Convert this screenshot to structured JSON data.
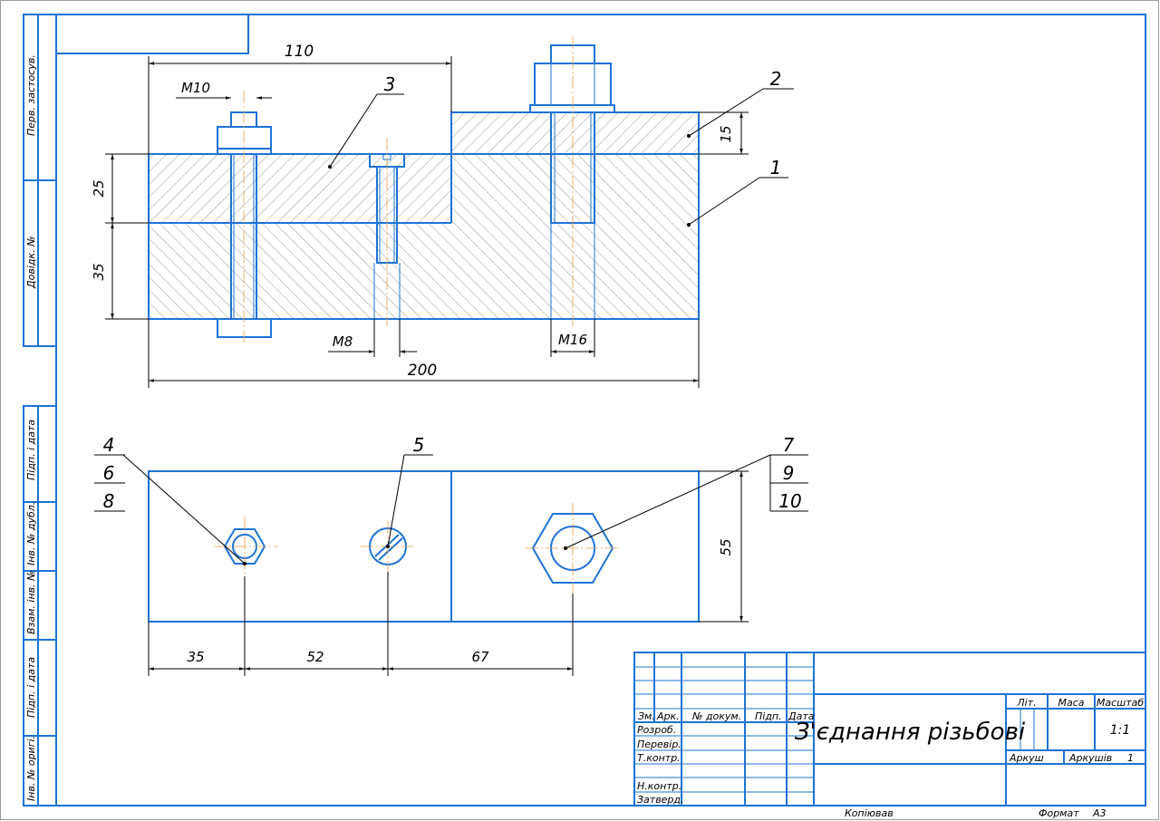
{
  "dimensions": {
    "overall_top": "110",
    "thread_left": "M10",
    "part_label_3": "3",
    "part_label_2": "2",
    "part_label_1": "1",
    "height_top": "15",
    "height_left_top": "25",
    "height_left_bottom": "35",
    "thread_mid": "M8",
    "thread_right": "M16",
    "overall_bottom": "200",
    "plan_height": "55",
    "plan_x1": "35",
    "plan_x2": "52",
    "plan_x3": "67"
  },
  "callouts": {
    "left": [
      "4",
      "6",
      "8"
    ],
    "mid": "5",
    "right": [
      "7",
      "9",
      "10"
    ]
  },
  "side_stamp": {
    "perv": "Перв. застосув.",
    "dovid": "Довідк. №",
    "pidp1": "Підп. і дата",
    "inv_dubl": "Інв. № дубл.",
    "vzam": "Взам. інв. №",
    "pidp2": "Підп. і дата",
    "inv_orig": "Інв. № оригі."
  },
  "title_block": {
    "col_zm": "Зм.",
    "col_ark": "Арк.",
    "col_dokum": "№ докум.",
    "col_pidp": "Підп.",
    "col_data": "Дата",
    "row_rozrob": "Розроб.",
    "row_perevir": "Перевір.",
    "row_tkontr": "Т.контр.",
    "row_nkontr": "Н.контр.",
    "row_zatverd": "Затверд.",
    "title": "З'єднання різьбові",
    "lit": "Літ.",
    "masa": "Маса",
    "masshtab": "Масштаб",
    "scale_value": "1:1",
    "arkush": "Аркуш",
    "arkushiv": "Аркушів",
    "arkushiv_value": "1",
    "kopiyuvav": "Копіював",
    "format": "Формат",
    "format_value": "А3"
  }
}
